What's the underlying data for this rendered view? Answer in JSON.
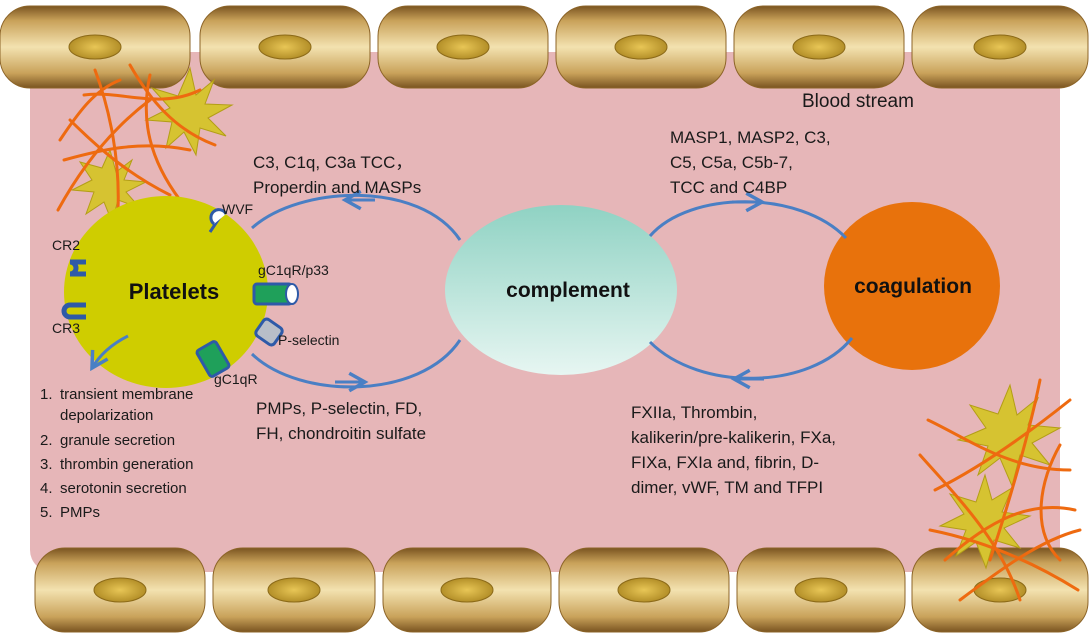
{
  "colors": {
    "vessel_lumen": "#e6b6b8",
    "endothelial_cell": "#e6c98c",
    "endothelial_cell_dark": "#a97b37",
    "nucleus": "#c9a23a",
    "platelet": "#cfcd00",
    "complement": "#b3e3d8",
    "coagulation": "#e8720c",
    "arrow": "#4a7fc4",
    "fibrin": "#ee6a10",
    "clot_star": "#d6c331",
    "receptor_blue": "#2e5aa8",
    "receptor_green": "#1fa05a",
    "receptor_grey": "#b8bec8"
  },
  "labels": {
    "blood_stream": "Blood stream"
  },
  "nodes": {
    "platelets": "Platelets",
    "complement": "complement",
    "coagulation": "coagulation"
  },
  "receptors": {
    "vwf": "WVF",
    "cr2": "CR2",
    "cr3": "CR3",
    "gc1qr_p33": "gC1qR/p33",
    "p_selectin": "P-selectin",
    "gc1qr": "gC1qR"
  },
  "complement_to_platelets": [
    "C3, C1q, C3a TCC，",
    "Properdin and MASPs"
  ],
  "platelets_to_complement": [
    "PMPs, P-selectin, FD,",
    "FH, chondroitin sulfate"
  ],
  "complement_to_coagulation": [
    "MASP1, MASP2, C3,",
    "C5, C5a, C5b-7,",
    "TCC and C4BP"
  ],
  "coagulation_to_complement": [
    "FXIIa, Thrombin,",
    "kalikerin/pre-kalikerin, FXa,",
    "FIXa,  FXIa and, fibrin, D-",
    "dimer, vWF, TM and TFPI"
  ],
  "platelet_effects": [
    {
      "num": "1.",
      "lines": [
        "transient membrane",
        "depolarization"
      ]
    },
    {
      "num": "2.",
      "lines": [
        "granule secretion"
      ]
    },
    {
      "num": "3.",
      "lines": [
        "thrombin generation"
      ]
    },
    {
      "num": "4.",
      "lines": [
        "serotonin secretion"
      ]
    },
    {
      "num": "5.",
      "lines": [
        "PMPs"
      ]
    }
  ]
}
